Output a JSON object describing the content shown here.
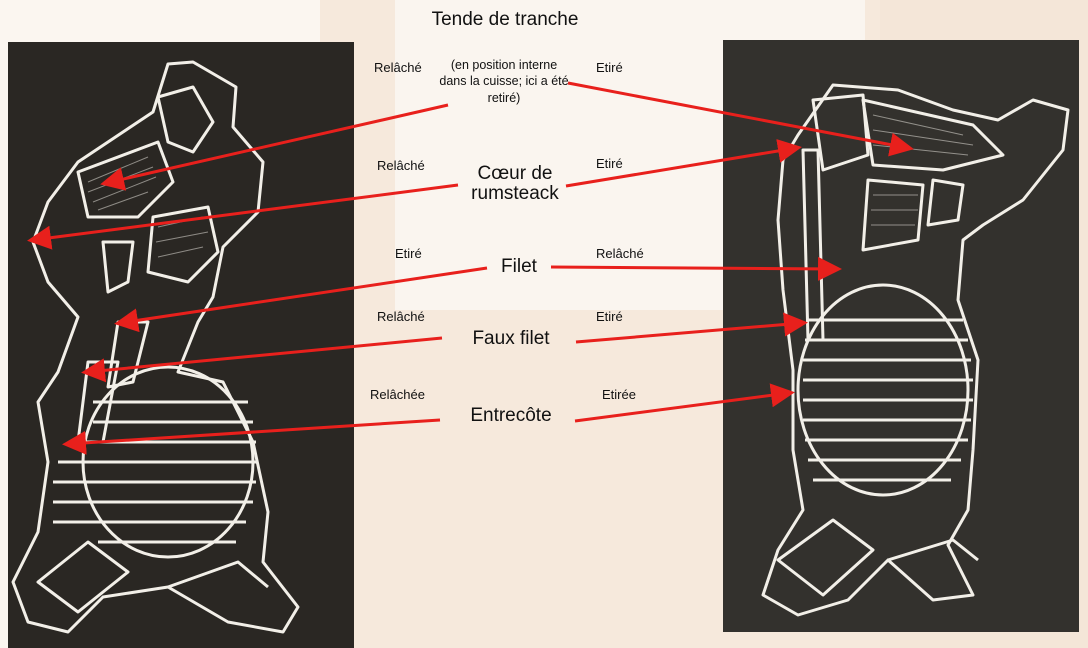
{
  "labels": {
    "tende_title": "Tende de tranche",
    "tende_note": "(en position interne dans la cuisse; ici a été retiré)",
    "tende_left": "Relâché",
    "tende_right": "Etiré",
    "coeur_title": "Cœur de rumsteack",
    "coeur_left": "Relâché",
    "coeur_right": "Etiré",
    "filet_title": "Filet",
    "filet_left": "Etiré",
    "filet_right": "Relâché",
    "faux_title": "Faux filet",
    "faux_left": "Relâché",
    "faux_right": "Etiré",
    "entre_title": "Entrecôte",
    "entre_left": "Relâchée",
    "entre_right": "Etirée"
  },
  "colors": {
    "arrow": "#e8201c",
    "outline": "#f2efe8",
    "photo_bg": "#2a2723"
  }
}
